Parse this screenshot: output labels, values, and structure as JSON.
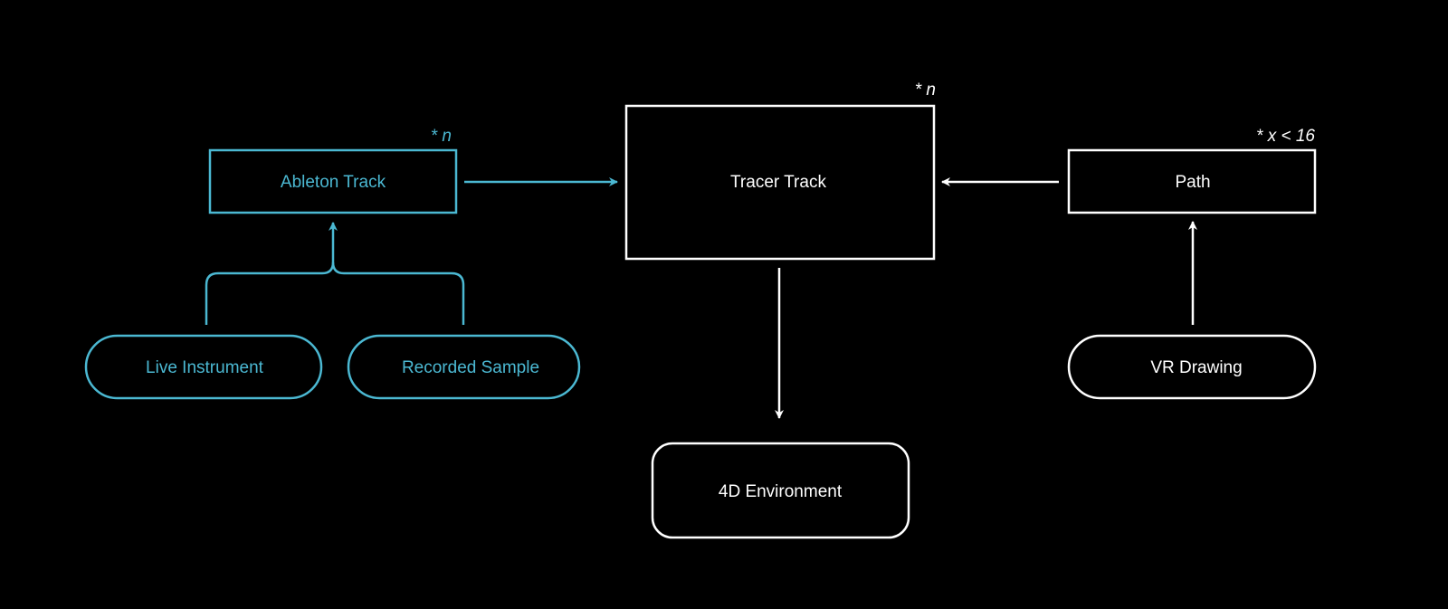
{
  "colors": {
    "background": "#000000",
    "accent": "#4bb8d2",
    "primary": "#ffffff"
  },
  "nodes": {
    "ableton_track": {
      "label": "Ableton Track",
      "annotation": "* n"
    },
    "tracer_track": {
      "label": "Tracer Track",
      "annotation": "* n"
    },
    "path": {
      "label": "Path",
      "annotation": "* x < 16"
    },
    "live_instrument": {
      "label": "Live Instrument"
    },
    "recorded_sample": {
      "label": "Recorded Sample"
    },
    "vr_drawing": {
      "label": "VR Drawing"
    },
    "environment_4d": {
      "label": "4D Environment"
    }
  },
  "edges": [
    {
      "from": "Live Instrument",
      "to": "Ableton Track"
    },
    {
      "from": "Recorded Sample",
      "to": "Ableton Track"
    },
    {
      "from": "Ableton Track",
      "to": "Tracer Track"
    },
    {
      "from": "Path",
      "to": "Tracer Track"
    },
    {
      "from": "VR Drawing",
      "to": "Path"
    },
    {
      "from": "Tracer Track",
      "to": "4D Environment"
    }
  ]
}
